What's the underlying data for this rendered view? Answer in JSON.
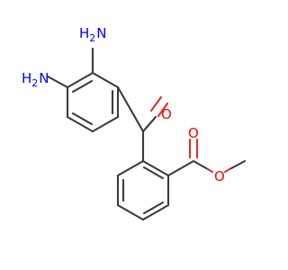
{
  "molecule": {
    "atom_labels": {
      "amine_top": {
        "text": "N",
        "h_count": "H",
        "subscript": "2",
        "color": "#0000ff"
      },
      "amine_left": {
        "text": "N",
        "h_count": "H",
        "subscript": "2",
        "color": "#0000ff"
      },
      "ketone_oxygen": {
        "text": "O",
        "color": "#ff0000"
      },
      "ester_carbonyl_oxygen": {
        "text": "O",
        "color": "#ff0000"
      },
      "ester_ether_oxygen": {
        "text": "O",
        "color": "#ff0000"
      }
    },
    "colors": {
      "bond": "#3a3a3a",
      "nitrogen": "#0000ff",
      "oxygen": "#ff0000",
      "background": "#ffffff"
    }
  }
}
